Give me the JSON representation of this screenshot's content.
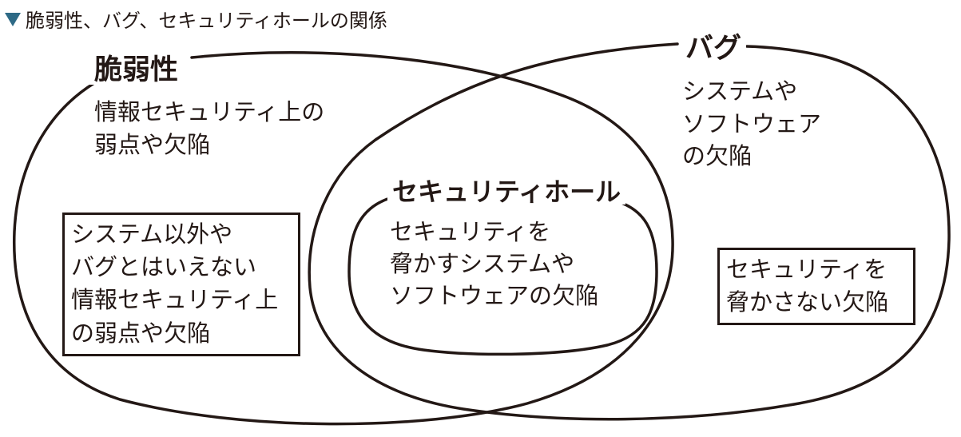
{
  "caption": {
    "marker_icon": "triangle-down-icon",
    "marker_color": "#2e6a86",
    "text": "脆弱性、バグ、セキュリティホールの関係"
  },
  "vulnerability": {
    "title": "脆弱性",
    "description": "情報セキュリティ上の\n弱点や欠陥",
    "box_text": "システム以外や\nバグとはいえない\n情報セキュリティ上\nの弱点や欠陥"
  },
  "bug": {
    "title": "バグ",
    "description": "システムや\nソフトウェア\nの欠陥",
    "box_text": "セキュリティを\n脅かさない欠陥"
  },
  "security_hole": {
    "title": "セキュリティホール",
    "description": "セキュリティを\n脅かすシステムや\nソフトウェアの欠陥"
  },
  "line_color": "#231815"
}
